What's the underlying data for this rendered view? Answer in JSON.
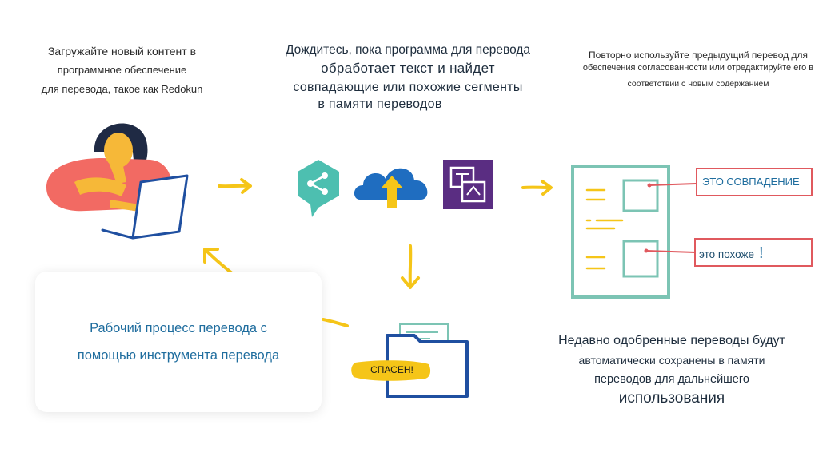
{
  "captions": {
    "upload": {
      "line1": "Загружайте новый контент в",
      "line2": "программное обеспечение",
      "line3": "для перевода, такое как Redokun"
    },
    "process": {
      "line1": "Дождитесь, пока программа для перевода",
      "line2": "обработает текст и найдет",
      "line3": "совпадающие или похожие сегменты",
      "line4": "в памяти переводов"
    },
    "reuse": {
      "line1": "Повторно используйте предыдущий перевод для",
      "line2": "обеспечения согласованности или отредактируйте его в",
      "line3": "соответствии с новым содержанием"
    },
    "approved": {
      "line1": "Недавно одобренные переводы будут",
      "line2": "автоматически сохранены в памяти",
      "line3": "переводов для дальнейшего",
      "line4": "использования"
    }
  },
  "card": {
    "line1": "Рабочий процесс перевода с",
    "line2": "помощью инструмента перевода"
  },
  "labels": {
    "match": "ЭТО СОВПАДЕНИЕ",
    "similar": "это похоже",
    "similar_mark": "!",
    "saved": "СПАСЕН!"
  },
  "colors": {
    "arrow": "#f5c518",
    "teal": "#7cc4b4",
    "accent_red": "#e0595e",
    "blue": "#1f6d9e",
    "person_shirt": "#f26a63"
  }
}
